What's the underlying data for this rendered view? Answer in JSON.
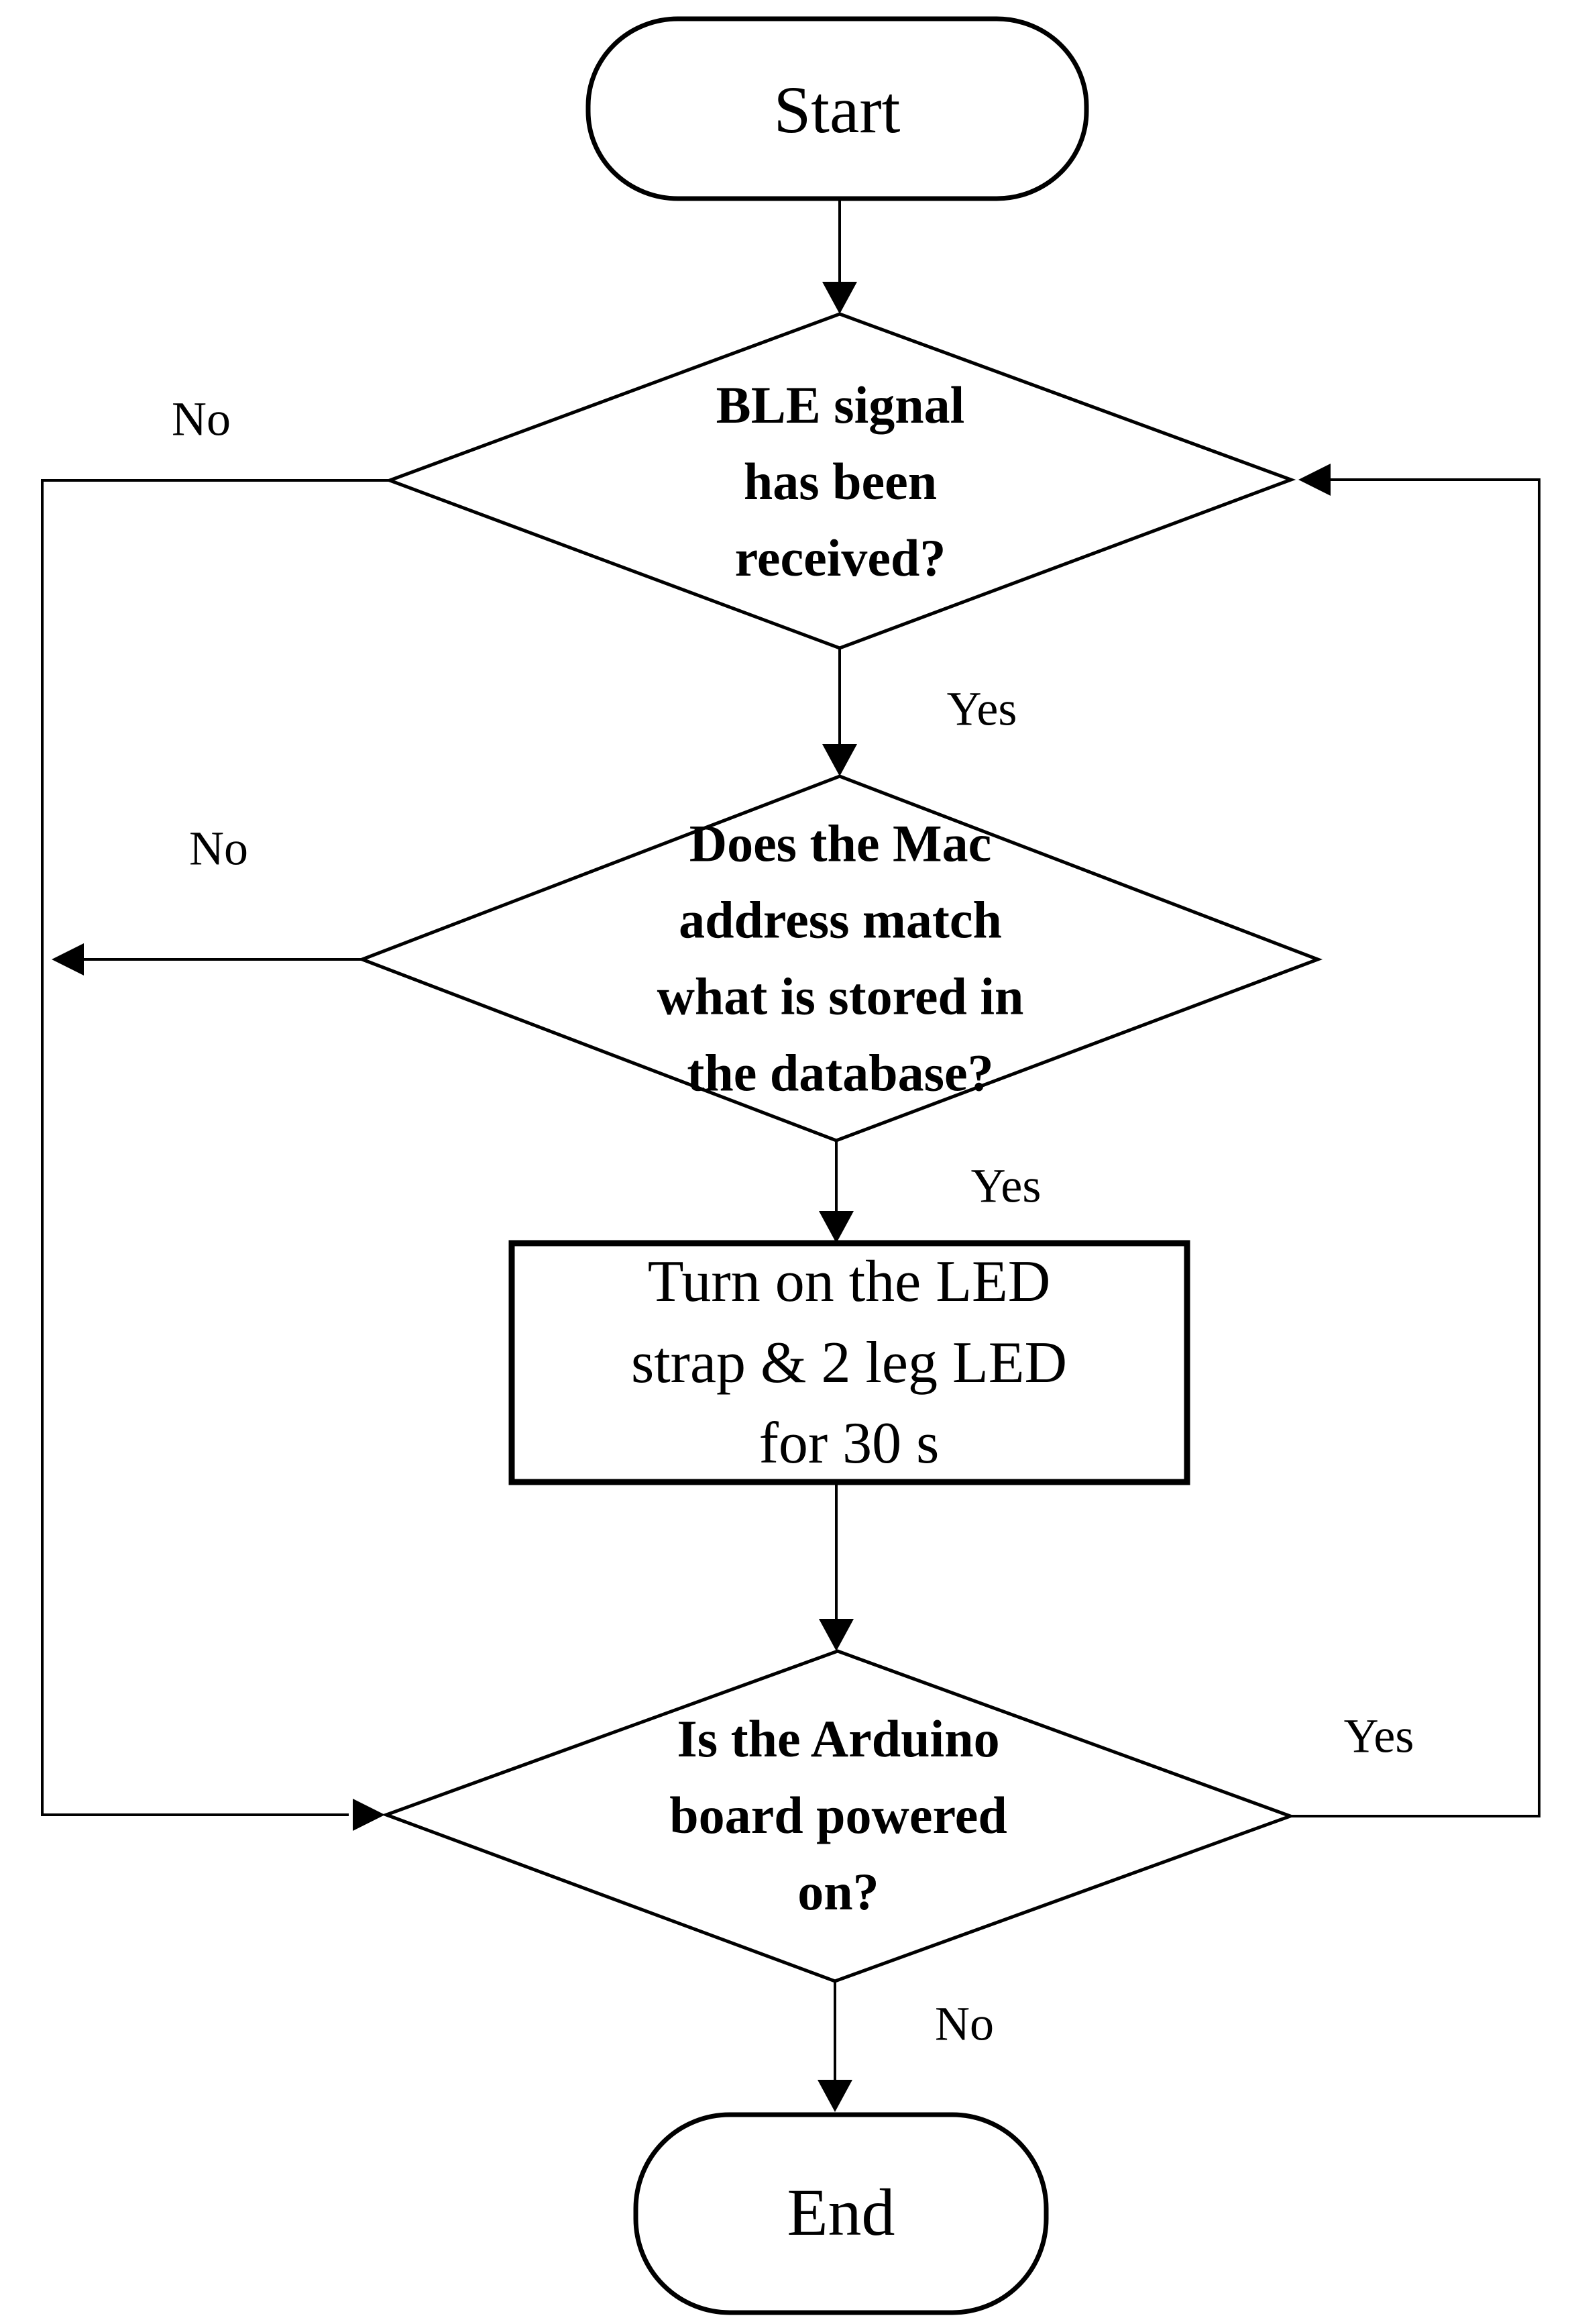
{
  "flowchart": {
    "background_color": "#ffffff",
    "stroke_color": "#000000",
    "text_color": "#000000",
    "nodes": {
      "start": {
        "type": "terminator",
        "label": "Start"
      },
      "decision_ble": {
        "type": "decision",
        "label": "BLE signal\nhas been\nreceived?"
      },
      "decision_mac": {
        "type": "decision",
        "label": "Does the Mac\naddress match\nwhat is stored in\nthe database?"
      },
      "process_led": {
        "type": "process",
        "label": "Turn on the LED\nstrap & 2 leg LED\nfor 30 s"
      },
      "decision_arduino": {
        "type": "decision",
        "label": "Is the Arduino\nboard powered\non?"
      },
      "end": {
        "type": "terminator",
        "label": "End"
      }
    },
    "edges": {
      "ble_no": {
        "from": "decision_ble",
        "to": "decision_arduino",
        "label": "No"
      },
      "ble_yes": {
        "from": "decision_ble",
        "to": "decision_mac",
        "label": "Yes"
      },
      "mac_no": {
        "from": "decision_mac",
        "to": "left-rail",
        "label": "No"
      },
      "mac_yes": {
        "from": "decision_mac",
        "to": "process_led",
        "label": "Yes"
      },
      "arduino_yes": {
        "from": "decision_arduino",
        "to": "decision_ble",
        "label": "Yes"
      },
      "arduino_no": {
        "from": "decision_arduino",
        "to": "end",
        "label": "No"
      },
      "start_out": {
        "from": "start",
        "to": "decision_ble",
        "label": ""
      },
      "process_out": {
        "from": "process_led",
        "to": "decision_arduino",
        "label": ""
      }
    }
  }
}
